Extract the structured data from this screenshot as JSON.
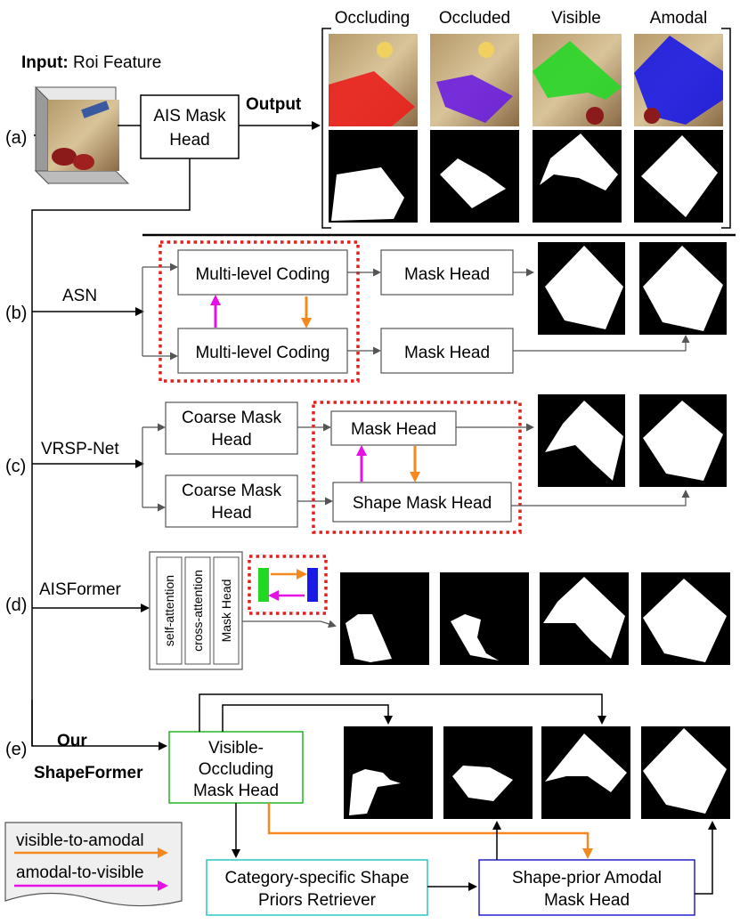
{
  "header": {
    "input_bold": "Input:",
    "input_rest": " Roi Feature",
    "output": "Output",
    "col_occluding": "Occluding",
    "col_occluded": "Occluded",
    "col_visible": "Visible",
    "col_amodal": "Amodal"
  },
  "rows": {
    "a": "(a)",
    "b": "(b)",
    "c": "(c)",
    "d": "(d)",
    "e": "(e)"
  },
  "a": {
    "ais_line1": "AIS Mask",
    "ais_line2": "Head"
  },
  "b": {
    "name": "ASN",
    "coding_top": "Multi-level Coding",
    "coding_bottom": "Multi-level Coding",
    "mask_top": "Mask Head",
    "mask_bottom": "Mask Head"
  },
  "c": {
    "name": "VRSP-Net",
    "coarse1_l1": "Coarse Mask",
    "coarse1_l2": "Head",
    "coarse2_l1": "Coarse Mask",
    "coarse2_l2": "Head",
    "mask": "Mask Head",
    "shape": "Shape Mask Head"
  },
  "d": {
    "name": "AISFormer",
    "self_att": "self-attention",
    "cross_att": "cross-attention",
    "mask_head": "Mask Head"
  },
  "e": {
    "name_l1": "Our",
    "name_l2": "ShapeFormer",
    "vis_l1": "Visible-",
    "vis_l2": "Occluding",
    "vis_l3": "Mask Head",
    "cat_l1": "Category-specific Shape",
    "cat_l2": "Priors Retriever",
    "prior_l1": "Shape-prior Amodal",
    "prior_l2": "Mask Head"
  },
  "legend": {
    "v2a": "visible-to-amodal",
    "a2v": "amodal-to-visible"
  },
  "colors": {
    "orange": "#f5891f",
    "magenta": "#e510e5",
    "red_dot": "#e3201e",
    "green_box": "#22b522",
    "cyan_box": "#2cc6c6",
    "blue_box": "#2424cc",
    "grey": "#555555"
  }
}
